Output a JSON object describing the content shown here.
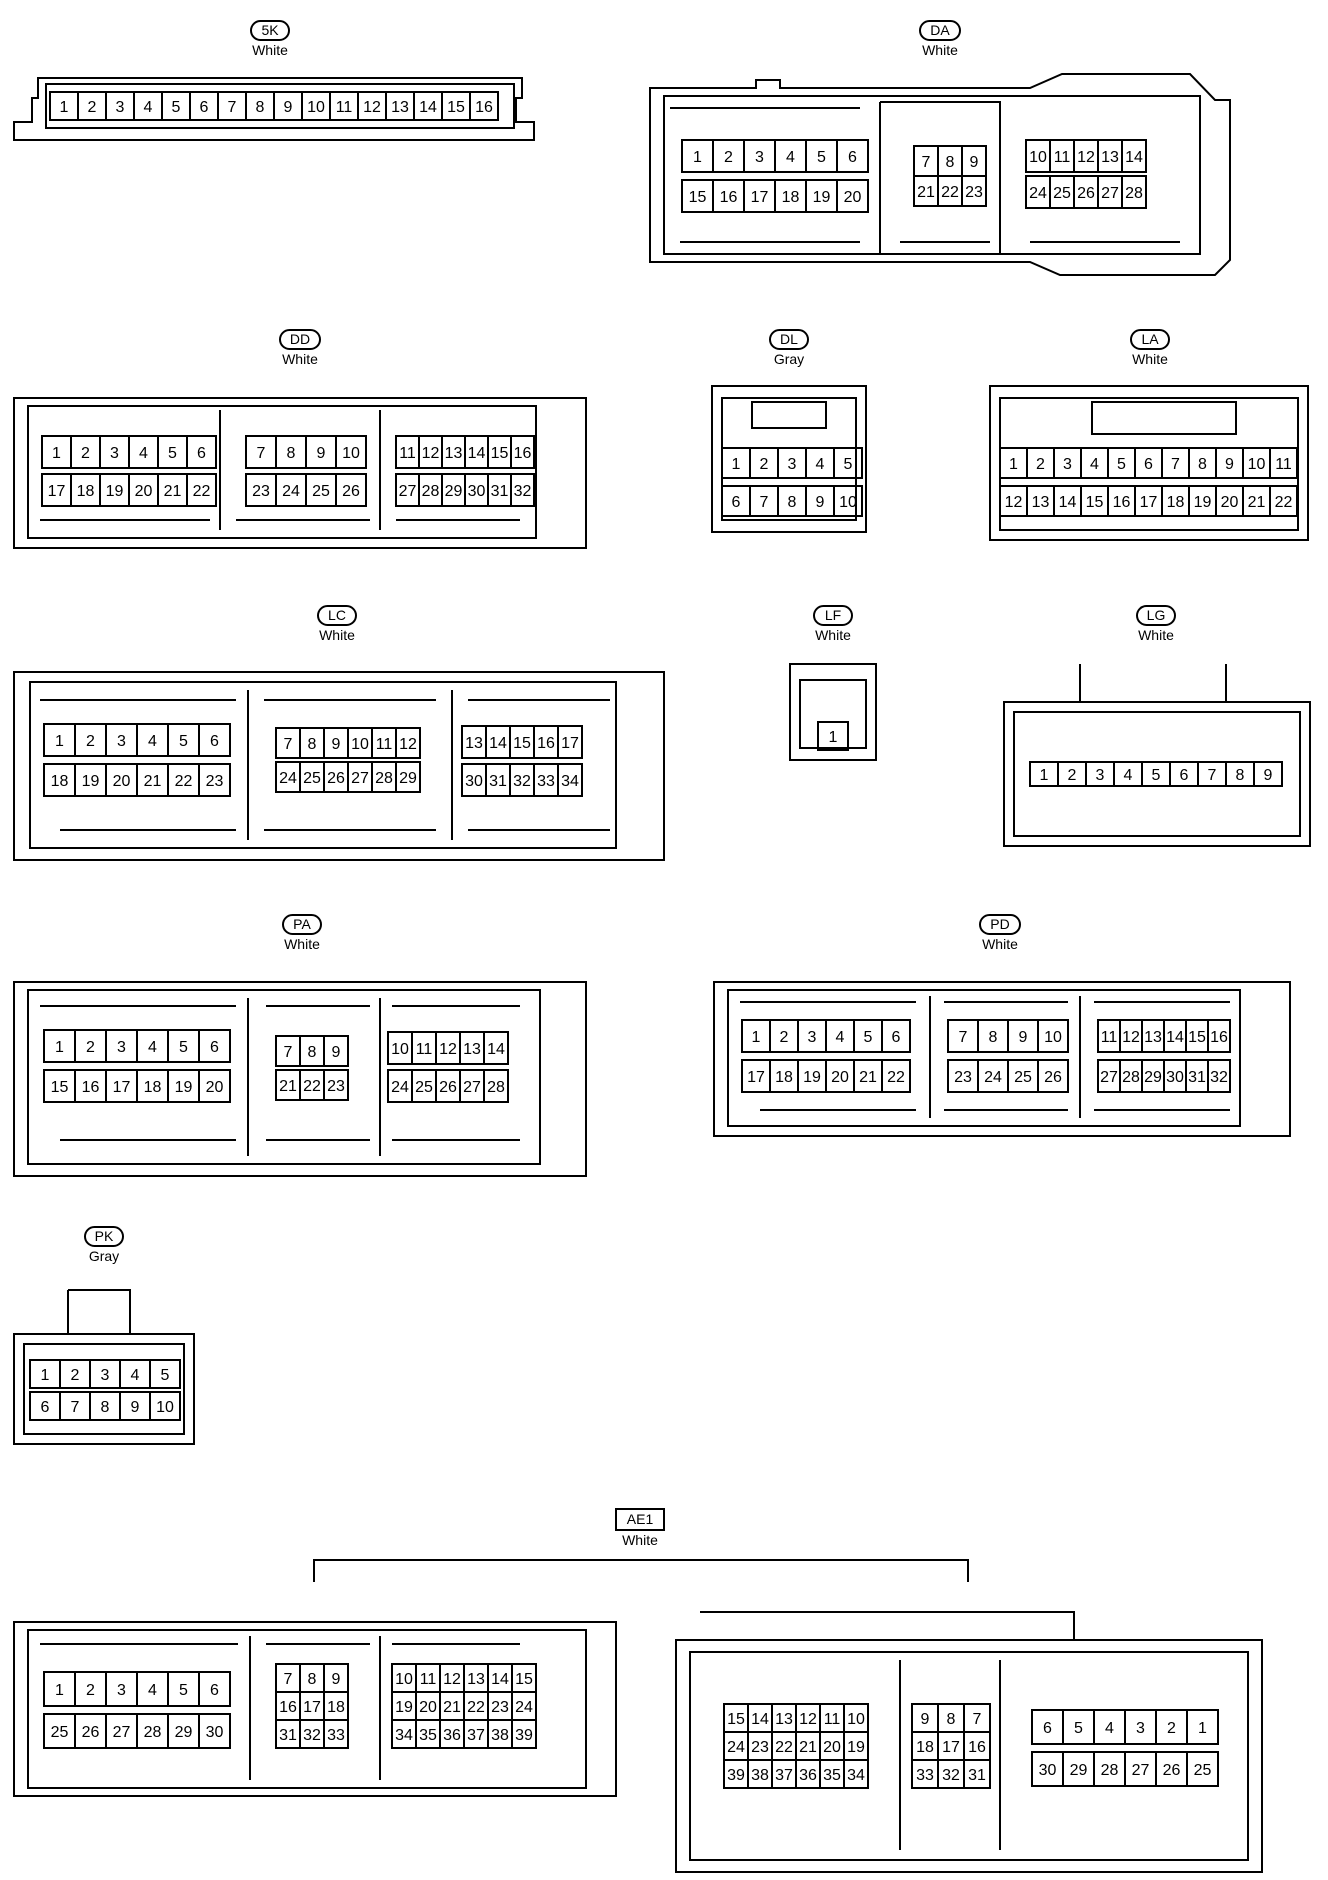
{
  "connectors": {
    "c5K": {
      "code": "5K",
      "color": "White",
      "rows": [
        [
          "1",
          "2",
          "3",
          "4",
          "5",
          "6",
          "7",
          "8",
          "9",
          "10",
          "11",
          "12",
          "13",
          "14",
          "15",
          "16"
        ]
      ]
    },
    "cDA": {
      "code": "DA",
      "color": "White",
      "rows": [
        [
          "1",
          "2",
          "3",
          "4",
          "5",
          "6"
        ],
        [
          "15",
          "16",
          "17",
          "18",
          "19",
          "20"
        ],
        [
          "7",
          "8",
          "9"
        ],
        [
          "21",
          "22",
          "23"
        ],
        [
          "10",
          "11",
          "12",
          "13",
          "14"
        ],
        [
          "24",
          "25",
          "26",
          "27",
          "28"
        ]
      ]
    },
    "cDD": {
      "code": "DD",
      "color": "White",
      "rows": [
        [
          "1",
          "2",
          "3",
          "4",
          "5",
          "6"
        ],
        [
          "17",
          "18",
          "19",
          "20",
          "21",
          "22"
        ],
        [
          "7",
          "8",
          "9",
          "10"
        ],
        [
          "23",
          "24",
          "25",
          "26"
        ],
        [
          "11",
          "12",
          "13",
          "14",
          "15",
          "16"
        ],
        [
          "27",
          "28",
          "29",
          "30",
          "31",
          "32"
        ]
      ]
    },
    "cDL": {
      "code": "DL",
      "color": "Gray",
      "rows": [
        [
          "1",
          "2",
          "3",
          "4",
          "5"
        ],
        [
          "6",
          "7",
          "8",
          "9",
          "10"
        ]
      ]
    },
    "cLA": {
      "code": "LA",
      "color": "White",
      "rows": [
        [
          "1",
          "2",
          "3",
          "4",
          "5",
          "6",
          "7",
          "8",
          "9",
          "10",
          "11"
        ],
        [
          "12",
          "13",
          "14",
          "15",
          "16",
          "17",
          "18",
          "19",
          "20",
          "21",
          "22"
        ]
      ]
    },
    "cLC": {
      "code": "LC",
      "color": "White",
      "rows": [
        [
          "1",
          "2",
          "3",
          "4",
          "5",
          "6"
        ],
        [
          "18",
          "19",
          "20",
          "21",
          "22",
          "23"
        ],
        [
          "7",
          "8",
          "9",
          "10",
          "11",
          "12"
        ],
        [
          "24",
          "25",
          "26",
          "27",
          "28",
          "29"
        ],
        [
          "13",
          "14",
          "15",
          "16",
          "17"
        ],
        [
          "30",
          "31",
          "32",
          "33",
          "34"
        ]
      ]
    },
    "cLF": {
      "code": "LF",
      "color": "White",
      "rows": [
        [
          "1"
        ]
      ]
    },
    "cLG": {
      "code": "LG",
      "color": "White",
      "rows": [
        [
          "1",
          "2",
          "3",
          "4",
          "5",
          "6",
          "7",
          "8",
          "9"
        ]
      ]
    },
    "cPA": {
      "code": "PA",
      "color": "White",
      "rows": [
        [
          "1",
          "2",
          "3",
          "4",
          "5",
          "6"
        ],
        [
          "15",
          "16",
          "17",
          "18",
          "19",
          "20"
        ],
        [
          "7",
          "8",
          "9"
        ],
        [
          "21",
          "22",
          "23"
        ],
        [
          "10",
          "11",
          "12",
          "13",
          "14"
        ],
        [
          "24",
          "25",
          "26",
          "27",
          "28"
        ]
      ]
    },
    "cPD": {
      "code": "PD",
      "color": "White",
      "rows": [
        [
          "1",
          "2",
          "3",
          "4",
          "5",
          "6"
        ],
        [
          "17",
          "18",
          "19",
          "20",
          "21",
          "22"
        ],
        [
          "7",
          "8",
          "9",
          "10"
        ],
        [
          "23",
          "24",
          "25",
          "26"
        ],
        [
          "11",
          "12",
          "13",
          "14",
          "15",
          "16"
        ],
        [
          "27",
          "28",
          "29",
          "30",
          "31",
          "32"
        ]
      ]
    },
    "cPK": {
      "code": "PK",
      "color": "Gray",
      "rows": [
        [
          "1",
          "2",
          "3",
          "4",
          "5"
        ],
        [
          "6",
          "7",
          "8",
          "9",
          "10"
        ]
      ]
    },
    "cAE1": {
      "code": "AE1",
      "color": "White",
      "left_rows": [
        [
          "1",
          "2",
          "3",
          "4",
          "5",
          "6"
        ],
        [
          "25",
          "26",
          "27",
          "28",
          "29",
          "30"
        ],
        [
          "7",
          "8",
          "9"
        ],
        [
          "16",
          "17",
          "18"
        ],
        [
          "31",
          "32",
          "33"
        ],
        [
          "10",
          "11",
          "12",
          "13",
          "14",
          "15"
        ],
        [
          "19",
          "20",
          "21",
          "22",
          "23",
          "24"
        ],
        [
          "34",
          "35",
          "36",
          "37",
          "38",
          "39"
        ]
      ],
      "right_rows": [
        [
          "15",
          "14",
          "13",
          "12",
          "11",
          "10"
        ],
        [
          "24",
          "23",
          "22",
          "21",
          "20",
          "19"
        ],
        [
          "39",
          "38",
          "37",
          "36",
          "35",
          "34"
        ],
        [
          "9",
          "8",
          "7"
        ],
        [
          "18",
          "17",
          "16"
        ],
        [
          "33",
          "32",
          "31"
        ],
        [
          "6",
          "5",
          "4",
          "3",
          "2",
          "1"
        ],
        [
          "30",
          "29",
          "28",
          "27",
          "26",
          "25"
        ]
      ]
    }
  }
}
